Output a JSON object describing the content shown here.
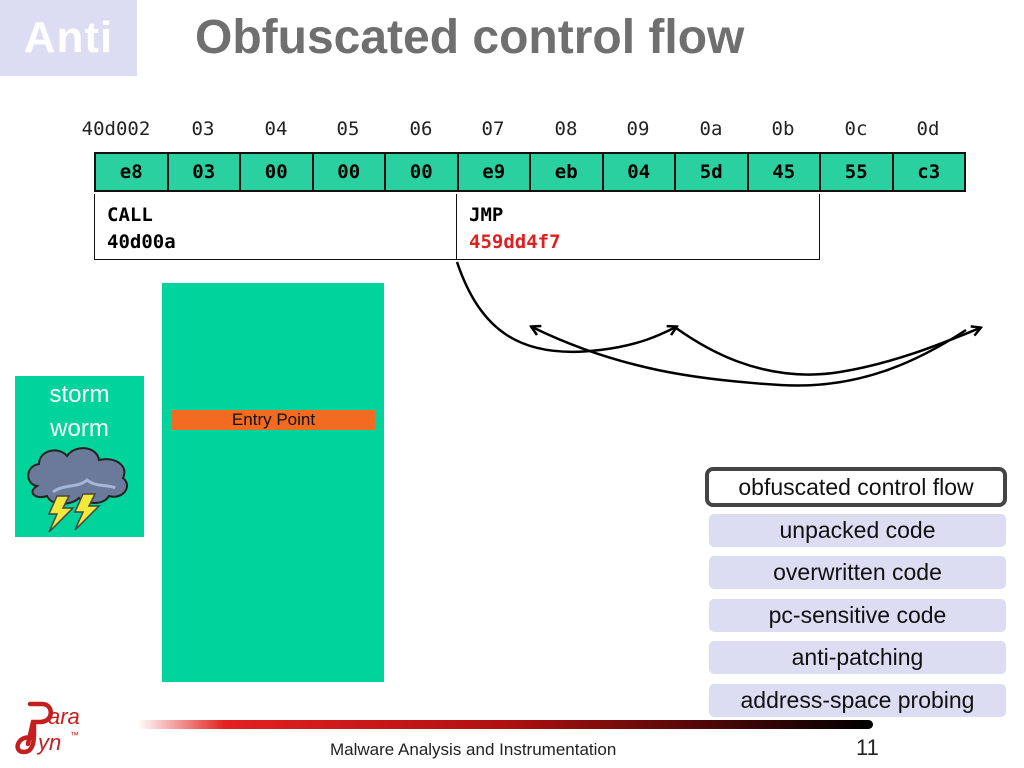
{
  "slide": {
    "badge": "Anti",
    "title": "Obfuscated control flow"
  },
  "addresses": [
    "40d002",
    "03",
    "04",
    "05",
    "06",
    "07",
    "08",
    "09",
    "0a",
    "0b",
    "0c",
    "0d"
  ],
  "bytes": [
    "e8",
    "03",
    "00",
    "00",
    "00",
    "e9",
    "eb",
    "04",
    "5d",
    "45",
    "55",
    "c3"
  ],
  "instructions": [
    {
      "op": "CALL",
      "target": "40d00a",
      "target_color": "#000000"
    },
    {
      "op": "JMP",
      "target": "459dd4f7",
      "target_color": "#e02020"
    }
  ],
  "diagram": {
    "entry_label": "Entry Point",
    "storm_label_1": "storm",
    "storm_label_2": "worm",
    "block_color": "#00d39b",
    "entry_color": "#f36a21"
  },
  "techniques": [
    {
      "label": "obfuscated control flow",
      "active": true
    },
    {
      "label": "unpacked code",
      "active": false
    },
    {
      "label": "overwritten code",
      "active": false
    },
    {
      "label": "pc-sensitive code",
      "active": false
    },
    {
      "label": "anti-patching",
      "active": false
    },
    {
      "label": "address-space probing",
      "active": false
    }
  ],
  "footer": {
    "text": "Malware Analysis and Instrumentation",
    "page": "11",
    "logo_line1": "ara",
    "logo_line2": "yn",
    "logo_mark": "™"
  }
}
